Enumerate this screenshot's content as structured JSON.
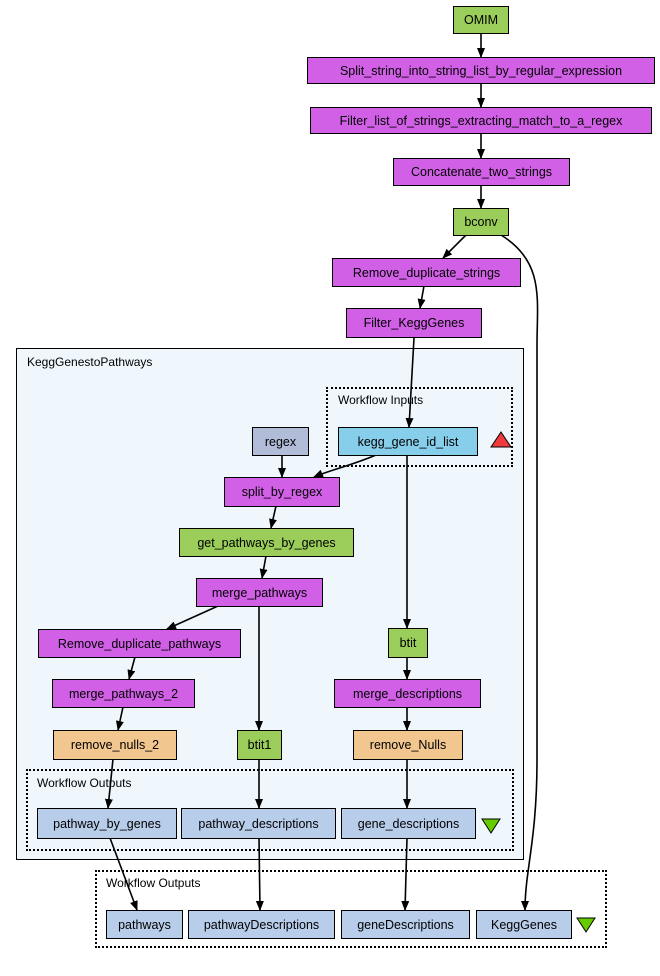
{
  "diagram": {
    "clusters": {
      "kegg_genes_to_pathways": "KeggGenestoPathways",
      "workflow_inputs": "Workflow Inputs",
      "inner_workflow_outputs": "Workflow Outputs",
      "outer_workflow_outputs": "Workflow Outputs"
    },
    "nodes": {
      "omim": "OMIM",
      "split_string": "Split_string_into_string_list_by_regular_expression",
      "filter_list": "Filter_list_of_strings_extracting_match_to_a_regex",
      "concatenate": "Concatenate_two_strings",
      "bconv": "bconv",
      "remove_duplicate_strings": "Remove_duplicate_strings",
      "filter_kegg_genes": "Filter_KeggGenes",
      "regex": "regex",
      "kegg_gene_id_list": "kegg_gene_id_list",
      "split_by_regex": "split_by_regex",
      "get_pathways_by_genes": "get_pathways_by_genes",
      "merge_pathways": "merge_pathways",
      "remove_duplicate_pathways": "Remove_duplicate_pathways",
      "merge_pathways_2": "merge_pathways_2",
      "remove_nulls_2": "remove_nulls_2",
      "btit": "btit",
      "merge_descriptions": "merge_descriptions",
      "remove_nulls": "remove_Nulls",
      "btit1": "btit1",
      "pathway_by_genes": "pathway_by_genes",
      "pathway_descriptions": "pathway_descriptions",
      "gene_descriptions": "gene_descriptions",
      "pathways": "pathways",
      "pathway_descriptions_out": "pathwayDescriptions",
      "gene_descriptions_out": "geneDescriptions",
      "kegg_genes": "KeggGenes"
    },
    "colors": {
      "green": "#9acd5a",
      "purple": "#d160e6",
      "input_blue": "#87ceeb",
      "gray_blue": "#b0bcd8",
      "peach": "#f2c68f",
      "output_blue": "#b8cde9",
      "cluster_fill": "#eff7fd",
      "input_marker": "#ef3b3b",
      "output_marker": "#66cc00"
    }
  }
}
